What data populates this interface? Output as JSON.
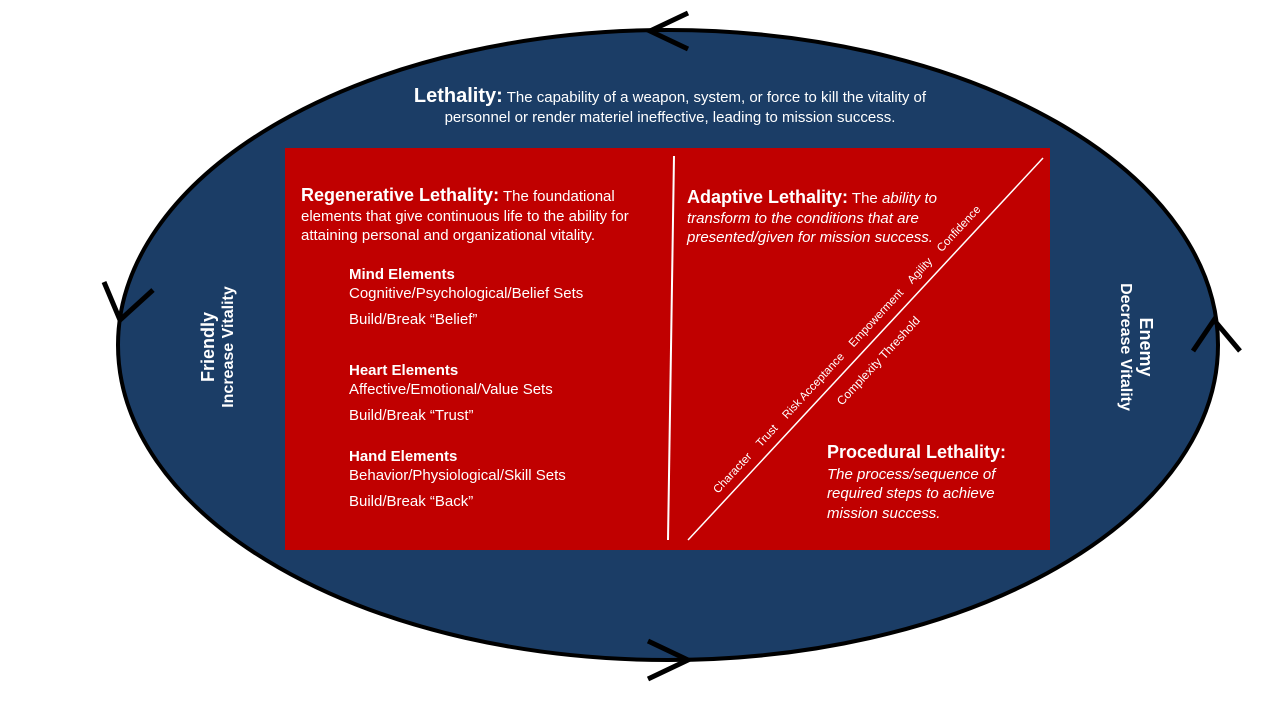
{
  "colors": {
    "ellipse_fill": "#1b3d66",
    "ellipse_stroke": "#000000",
    "box_fill": "#c00000",
    "text": "#ffffff"
  },
  "lethality": {
    "term": "Lethality:",
    "definition": " The capability of a weapon, system, or force to kill the vitality of personnel or render materiel ineffective, leading to mission success."
  },
  "friendly": {
    "title": "Friendly",
    "subtitle": "Increase Vitality"
  },
  "enemy": {
    "title": "Enemy",
    "subtitle": "Decrease Vitality"
  },
  "regenerative": {
    "term": "Regenerative Lethality:",
    "definition": " The foundational elements that give continuous life to the ability for attaining personal and organizational vitality.",
    "elements": [
      {
        "heading": "Mind Elements",
        "sets": "Cognitive/Psychological/Belief Sets",
        "build": "Build/Break “Belief”"
      },
      {
        "heading": "Heart Elements",
        "sets": "Affective/Emotional/Value Sets",
        "build": "Build/Break “Trust”"
      },
      {
        "heading": "Hand Elements",
        "sets": "Behavior/Physiological/Skill Sets",
        "build": "Build/Break “Back”"
      }
    ]
  },
  "adaptive": {
    "term": "Adaptive Lethality:",
    "lead": " The ",
    "definition": "ability to transform to the conditions that are presented/given for mission success."
  },
  "diagonal": {
    "upper_label": "Character    Trust    Risk Acceptance    Empowerment    Agility    Confidence",
    "lower_label": "Complexity Threshold"
  },
  "procedural": {
    "term": "Procedural Lethality:",
    "definition": "The process/sequence of required steps to achieve mission success."
  }
}
